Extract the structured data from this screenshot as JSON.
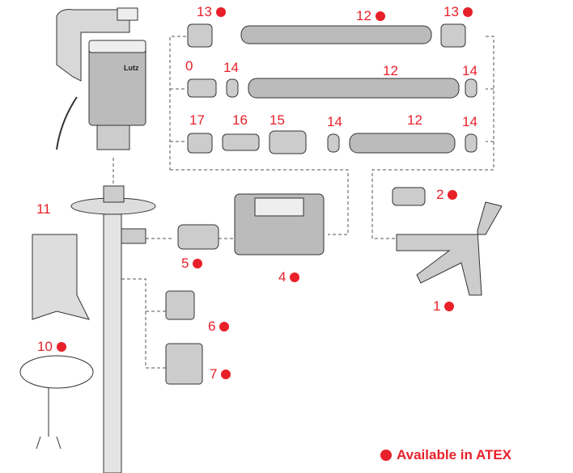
{
  "colors": {
    "label": "#e8202a",
    "drawing": "#555555",
    "fill": "#d8d8d8"
  },
  "labels": [
    {
      "id": "13a",
      "text": "13",
      "atex": true
    },
    {
      "id": "12a",
      "text": "12",
      "atex": true
    },
    {
      "id": "13b",
      "text": "13",
      "atex": true
    },
    {
      "id": "0",
      "text": "0",
      "atex": false
    },
    {
      "id": "14a",
      "text": "14",
      "atex": false
    },
    {
      "id": "12b",
      "text": "12",
      "atex": false
    },
    {
      "id": "14b",
      "text": "14",
      "atex": false
    },
    {
      "id": "17",
      "text": "17",
      "atex": false
    },
    {
      "id": "16",
      "text": "16",
      "atex": false
    },
    {
      "id": "15",
      "text": "15",
      "atex": false
    },
    {
      "id": "14c",
      "text": "14",
      "atex": false
    },
    {
      "id": "12c",
      "text": "12",
      "atex": false
    },
    {
      "id": "14d",
      "text": "14",
      "atex": false
    },
    {
      "id": "2",
      "text": "2",
      "atex": true
    },
    {
      "id": "11",
      "text": "11",
      "atex": false
    },
    {
      "id": "5",
      "text": "5",
      "atex": true
    },
    {
      "id": "4",
      "text": "4",
      "atex": true
    },
    {
      "id": "1",
      "text": "1",
      "atex": true
    },
    {
      "id": "6",
      "text": "6",
      "atex": true
    },
    {
      "id": "10",
      "text": "10",
      "atex": true
    },
    {
      "id": "7",
      "text": "7",
      "atex": true
    }
  ],
  "motor_brand": "Lutz",
  "legend": {
    "text": "Available in ATEX"
  }
}
